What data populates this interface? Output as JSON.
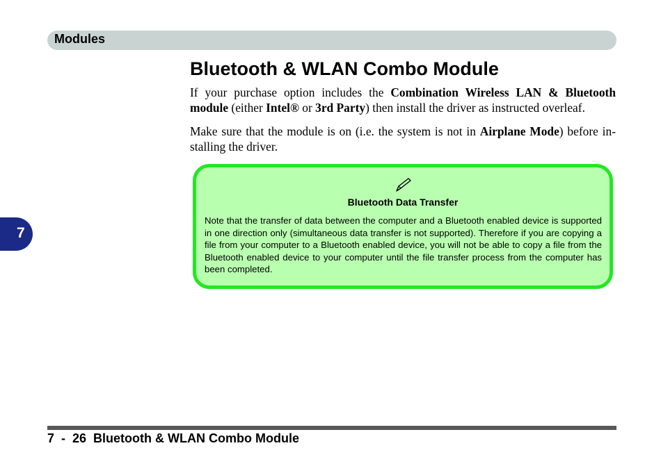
{
  "header": {
    "title": "Modules"
  },
  "side_tab": {
    "label": "7"
  },
  "page_title": "Bluetooth & WLAN Combo Module",
  "paragraph1": {
    "t1": "If your purchase option includes the ",
    "b1": "Combination Wireless LAN & Bluetooth module",
    "t2": " (either ",
    "b2": "Intel®",
    "t3": " or ",
    "b3": "3rd Party",
    "t4": ") then install the driver as instructed overleaf."
  },
  "paragraph2": {
    "t1": "Make sure that the module is on (i.e. the system is not in ",
    "b1": "Airplane Mode",
    "t2": ") before in­stalling the driver."
  },
  "note": {
    "icon": "pen-icon",
    "title": "Bluetooth Data Transfer",
    "body": "Note that the transfer of data between the computer and a Bluetooth enabled device is supported in one direction only (simultaneous data transfer is not supported). Therefore if you are copying a file from your computer to a Bluetooth enabled device, you will not be able to copy a file from the Bluetooth enabled device to your computer until the file transfer process from the computer has been completed.",
    "colors": {
      "background": "#b9ffb0",
      "border": "#25e625"
    }
  },
  "footer": {
    "page": "7  -  26",
    "title": "Bluetooth & WLAN Combo Module"
  },
  "colors": {
    "header_bar": "#c9d4d2",
    "side_tab": "#1b2a86",
    "footer_rule": "#585858"
  }
}
